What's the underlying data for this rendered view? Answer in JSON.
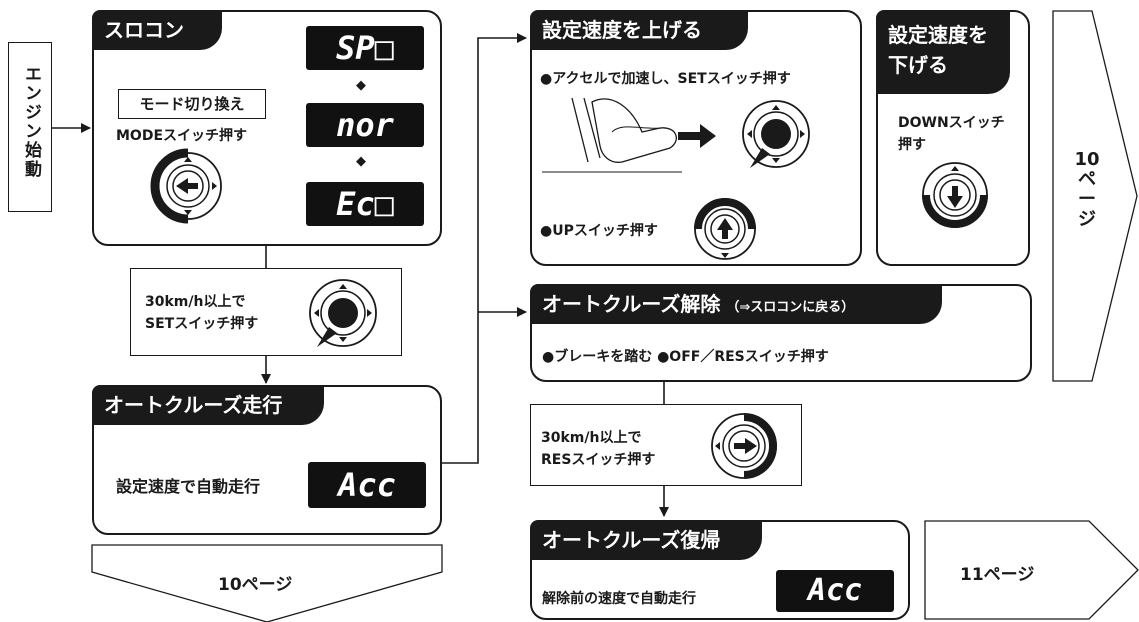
{
  "side_tag": "エンジン始動",
  "slocon": {
    "title": "スロコン",
    "mode_label": "モード切り換え",
    "instruction": "MODEスイッチ押す",
    "displays": [
      "SP□",
      "nor",
      "Ec□"
    ]
  },
  "set_step": {
    "line1": "30km/h以上で",
    "line2": "SETスイッチ押す"
  },
  "cruise": {
    "title": "オートクルーズ走行",
    "text": "設定速度で自動走行",
    "display": "Acc"
  },
  "bottom_arrow": {
    "label": "10ページ"
  },
  "speed_up": {
    "title": "設定速度を上げる",
    "accel_text": "●アクセルで加速し、SETスイッチ押す",
    "up_text": "●UPスイッチ押す"
  },
  "speed_down": {
    "title_line1": "設定速度を",
    "title_line2": "下げる",
    "text_line1": "DOWNスイッチ",
    "text_line2": "押す"
  },
  "right_arrow": {
    "num": "10",
    "chars": [
      "ペ",
      "ー",
      "ジ"
    ]
  },
  "release": {
    "title": "オートクルーズ解除",
    "title_note": "（⇒スロコンに戻る）",
    "text": "●ブレーキを踏む ●OFF／RESスイッチ押す"
  },
  "res_step": {
    "line1": "30km/h以上で",
    "line2": "RESスイッチ押す"
  },
  "restore": {
    "title": "オートクルーズ復帰",
    "text": "解除前の速度で自動走行",
    "display": "Acc"
  },
  "next_arrow": {
    "label": "11ページ"
  },
  "colors": {
    "ink": "#1a1a1a",
    "paper": "#ffffff"
  }
}
